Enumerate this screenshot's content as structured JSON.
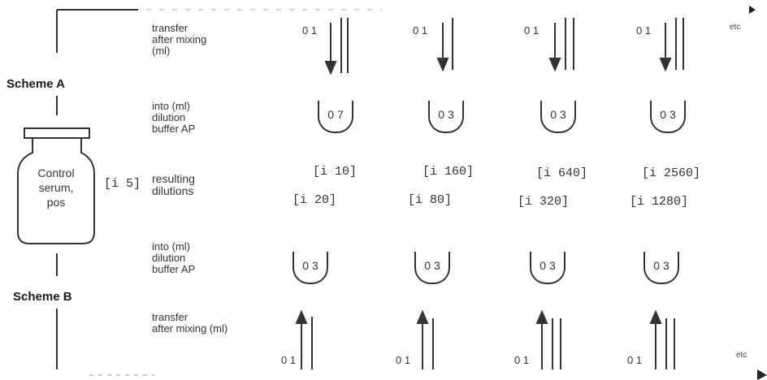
{
  "schemes": {
    "a": "Scheme A",
    "b": "Scheme B"
  },
  "bottle": {
    "line1": "Control",
    "line2": "serum,",
    "line3": "pos"
  },
  "initial_dilution": "i 5",
  "row_labels": {
    "transfer_top": "transfer\nafter mixing\n(ml)",
    "into_top": "into (ml)\ndilution\nbuffer AP",
    "resulting": "resulting\ndilutions",
    "into_bottom": "into (ml)\ndilution\nbuffer AP",
    "transfer_bottom": "transfer\nafter mixing (ml)"
  },
  "transfer_amounts": [
    "0 1",
    "0 1",
    "0 1",
    "0 1"
  ],
  "tubes_top": [
    "0 7",
    "0 3",
    "0 3",
    "0 3"
  ],
  "tubes_bottom": [
    "0 3",
    "0 3",
    "0 3",
    "0 3"
  ],
  "dilutions_scheme_a": [
    "i 10",
    "i 160",
    "i 640",
    "i 2560"
  ],
  "dilutions_scheme_b": [
    "i 20",
    "i 80",
    "i 320",
    "i 1280"
  ],
  "side_marks": {
    "top": "etc",
    "bottom": "etc"
  }
}
